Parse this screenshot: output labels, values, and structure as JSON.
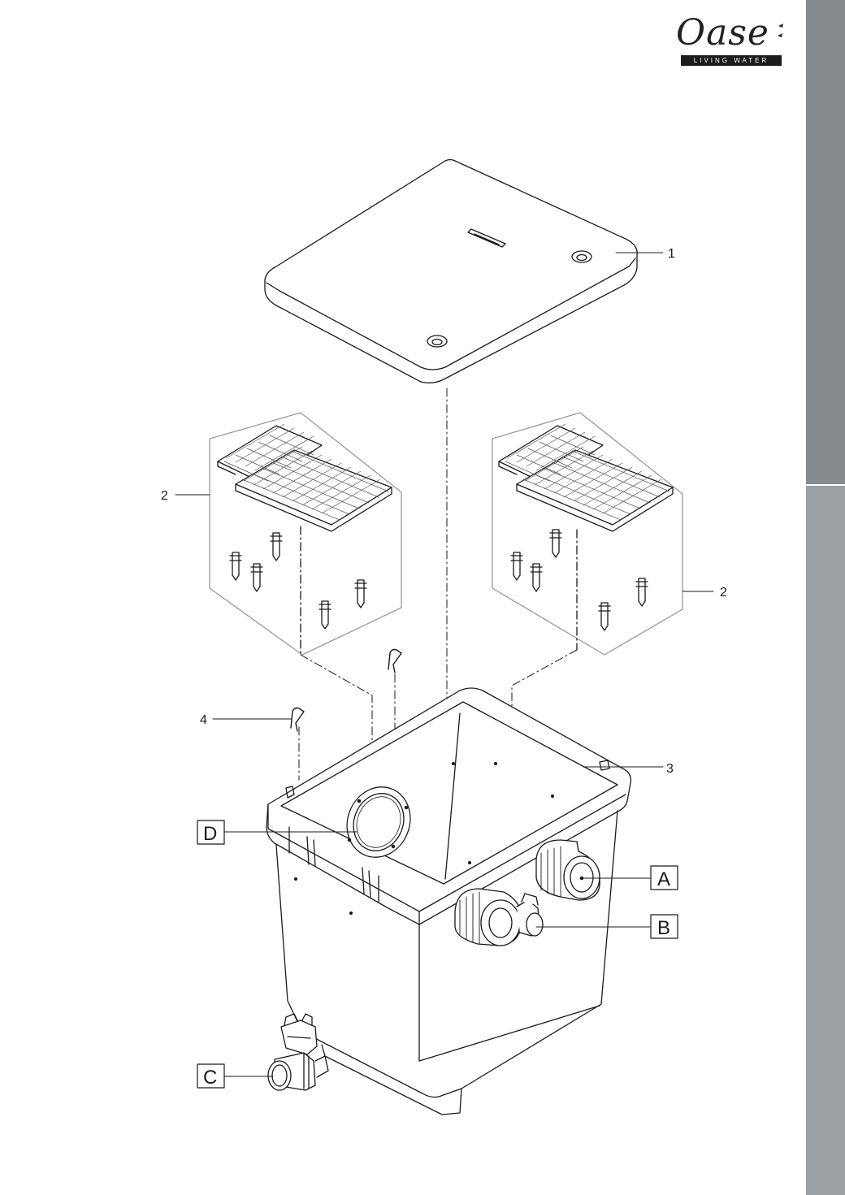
{
  "brand": {
    "name": "Oase",
    "tagline": "LIVING WATER"
  },
  "callouts": {
    "numbers": [
      "1",
      "2",
      "2",
      "3",
      "4"
    ],
    "letters": [
      "A",
      "B",
      "C",
      "D"
    ]
  },
  "colors": {
    "line": "#1a1a1a",
    "sidebar_dark": "#858b8d",
    "sidebar_light": "#9aa0a3"
  }
}
